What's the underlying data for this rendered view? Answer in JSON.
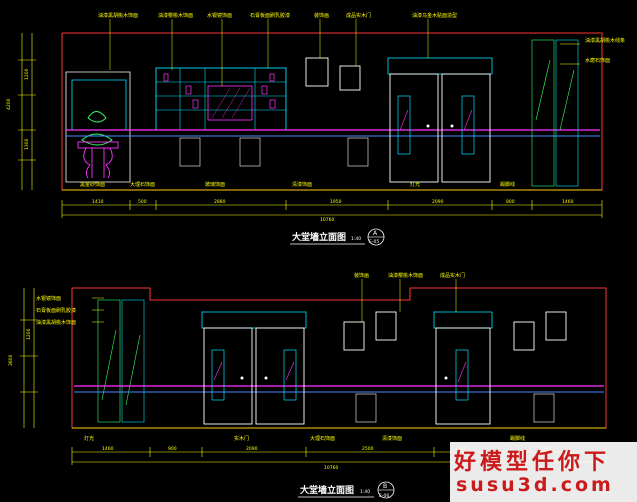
{
  "colors": {
    "bg": "#000000",
    "wall": "#ff3333",
    "cyan": "#00e5ff",
    "magenta": "#ff33ff",
    "blue": "#4488ff",
    "green": "#33ff66",
    "yellow": "#ffff00",
    "white": "#ffffff",
    "watermark": "#cc1a1a"
  },
  "elevation_a": {
    "title": "大堂墙立面图",
    "scale": "1:40",
    "tag_letter": "A",
    "tag_sheet": "E-05",
    "top_labels": [
      "油漆黑胡桃木饰面",
      "油漆樱桃木饰面",
      "水银镜饰面",
      "石膏板面刷乳胶漆",
      "装饰画",
      "成品实木门",
      "油漆乌金木贴面造型",
      "油漆黑胡桃木线条",
      "水磨石饰面"
    ],
    "bottom_labels": [
      "黑金砂饰面",
      "大理石饰面",
      "玻璃饰面",
      "清漆饰面",
      "灯光",
      "踢脚线"
    ]
  },
  "elevation_b": {
    "title": "大堂墙立面图",
    "scale": "1:40",
    "tag_letter": "B",
    "tag_sheet": "E-06",
    "top_labels": [
      "装饰画",
      "油漆樱桃木饰面",
      "成品实木门",
      "水银镜饰面",
      "石膏板面刷乳胶漆",
      "油漆黑胡桃木饰面"
    ],
    "bottom_labels": [
      "灯光",
      "实木门",
      "大理石饰面",
      "清漆饰面",
      "踢脚线"
    ]
  },
  "watermark": {
    "line1": "好模型任你下",
    "line2": "susu3d.com"
  }
}
